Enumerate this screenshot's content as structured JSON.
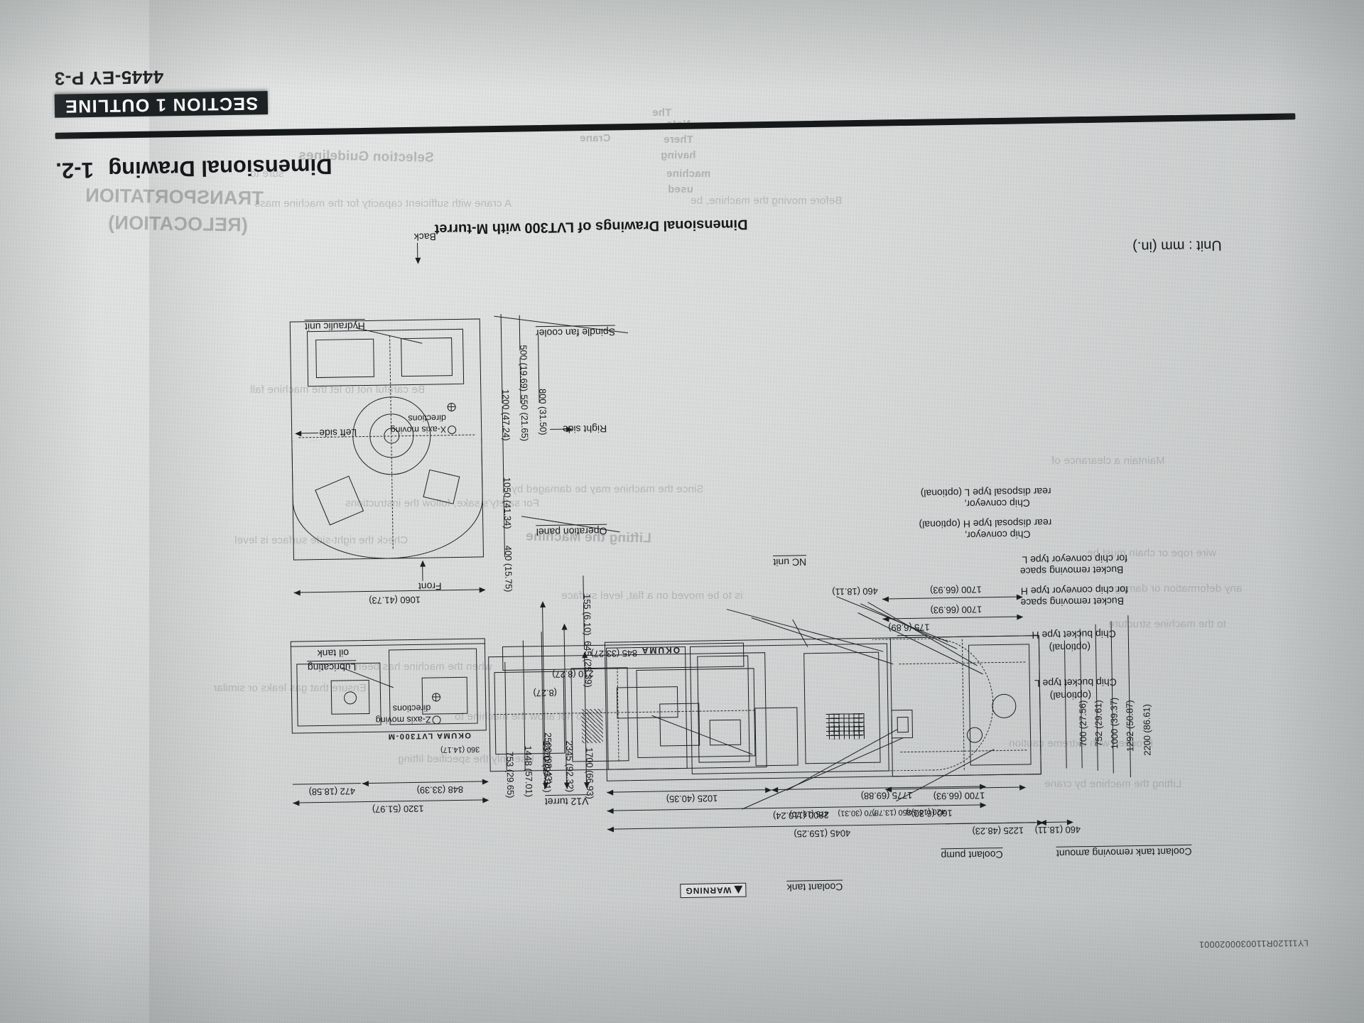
{
  "document": {
    "page_code": "4445-EY P-3",
    "section_tab": "SECTION 1  OUTLINE",
    "section_number": "1-2.",
    "section_title": "Dimensional Drawing",
    "figure_title": "Dimensional Drawings of LVT300 with M-turret",
    "unit_note": "Unit : mm (in.)",
    "doc_id": "LY11120R1100300020001",
    "brand": "OKUMA",
    "model_plate": "OKUMA   LVT300-M",
    "warning_label": "WARNING"
  },
  "ghost_text": {
    "heading_1": "TRANSPORTATION",
    "heading_2": "(RELOCATION)",
    "heading_3": "Selection Guidelines",
    "heading_4": "Lifting the Machine",
    "lines": [
      "Crane",
      "Note",
      "There",
      "having",
      "The",
      "machine",
      "used",
      "Before moving the machine, be",
      "sure to",
      "A crane with sufficient capacity for the machine mass",
      "Be careful not to let the machine fall",
      "For safety's sake, follow the instructions",
      "Since the machine may be damaged by",
      "is to be moved on a flat, level surface",
      "Check the right-side surface is level",
      "Ensure that gas leaks or similar",
      "when the machine has been",
      "Do not allow the machine to",
      "Use only the specified lifting",
      "Proceed with extreme caution",
      "Lifting the machine by crane",
      "wire rope or chain must be",
      "any deformation or damage",
      "to the machine structure",
      "Maintain a clearance of"
    ]
  },
  "dimensions": {
    "top_view": [
      {
        "label": "460 (18.11)"
      },
      {
        "label": "1225 (48.23)"
      },
      {
        "label": "160 (6.30)"
      },
      {
        "label": "4045 (159.25)"
      },
      {
        "label": "2800 (110.24)"
      },
      {
        "label": "1775 (69.88)"
      },
      {
        "label": "1025 (40.35)"
      },
      {
        "label": "1700 (66.93)"
      },
      {
        "label": "420 (16.54)"
      },
      {
        "label": "350 (13.78)"
      },
      {
        "label": "770 (30.31)"
      },
      {
        "label": "475 (18.70)"
      },
      {
        "label": "700 (27.56)"
      },
      {
        "label": "752 (29.61)"
      },
      {
        "label": "1000 (39.37)"
      },
      {
        "label": "1292 (50.87)"
      },
      {
        "label": "2200 (86.61)"
      },
      {
        "label": "175 (6.89)"
      },
      {
        "label": "1700 (66.93)"
      },
      {
        "label": "1700 (66.93)"
      },
      {
        "label": "460 (18.11)"
      },
      {
        "label": "845 (33.27)"
      },
      {
        "label": "210 (8.27)"
      },
      {
        "label": "(8.27)"
      }
    ],
    "right_view": [
      {
        "label": "1700 (66.93)"
      },
      {
        "label": "2345 (92.32)"
      },
      {
        "label": "2500 (98.43)"
      },
      {
        "label": "645 (25.39)"
      },
      {
        "label": "155 (6.10)"
      }
    ],
    "front_view": [
      {
        "label": "1320 (51.97)"
      },
      {
        "label": "848 (33.39)"
      },
      {
        "label": "472 (18.58)"
      },
      {
        "label": "753 (29.65)"
      },
      {
        "label": "1448 (57.01)"
      },
      {
        "label": "2370 (93.31)"
      },
      {
        "label": "360 (14.17)"
      }
    ],
    "back_view": [
      {
        "label": "1060 (41.73)"
      },
      {
        "label": "400 (15.75)"
      },
      {
        "label": "1050 (41.34)"
      },
      {
        "label": "1200 (47.24)"
      },
      {
        "label": "550 (21.65)"
      },
      {
        "label": "800 (31.50)"
      },
      {
        "label": "500 (19.69)"
      }
    ]
  },
  "callouts": [
    {
      "text": "Coolant pump"
    },
    {
      "text": "Coolant tank"
    },
    {
      "text": "Coolant tank removing amount"
    },
    {
      "text": "Chip bucket type L"
    },
    {
      "text": "(optional)"
    },
    {
      "text": "Chip bucket type H"
    },
    {
      "text": "(optional)"
    },
    {
      "text": "Bucket removing space"
    },
    {
      "text": "for chip conveyor type H"
    },
    {
      "text": "Bucket removing space"
    },
    {
      "text": "for chip conveyor type L"
    },
    {
      "text": "Chip conveyor,"
    },
    {
      "text": "rear disposal type H (optional)"
    },
    {
      "text": "Chip conveyor,"
    },
    {
      "text": "rear disposal type L (optional)"
    },
    {
      "text": "NC unit"
    },
    {
      "text": "V12 turret"
    },
    {
      "text": "Operation panel"
    },
    {
      "text": "Right side"
    },
    {
      "text": "Spindle fan cooler"
    },
    {
      "text": "Lubricating"
    },
    {
      "text": "oil tank"
    },
    {
      "text": "Left side"
    },
    {
      "text": "Hydraulic unit"
    },
    {
      "text": "Front"
    },
    {
      "text": "Back"
    }
  ],
  "axis_notes": [
    {
      "text": "Z-axis moving",
      "text2": "directions"
    },
    {
      "text": "X-axis moving",
      "text2": "directions"
    }
  ],
  "view_labels": {
    "front": "Front",
    "back": "Back",
    "left_side": "Left side",
    "right_side": "Right side"
  },
  "colors": {
    "ink": "#1a1f20",
    "paper": "#dcdedd",
    "tab_bg": "#1d2324",
    "tab_fg": "#ffffff"
  }
}
